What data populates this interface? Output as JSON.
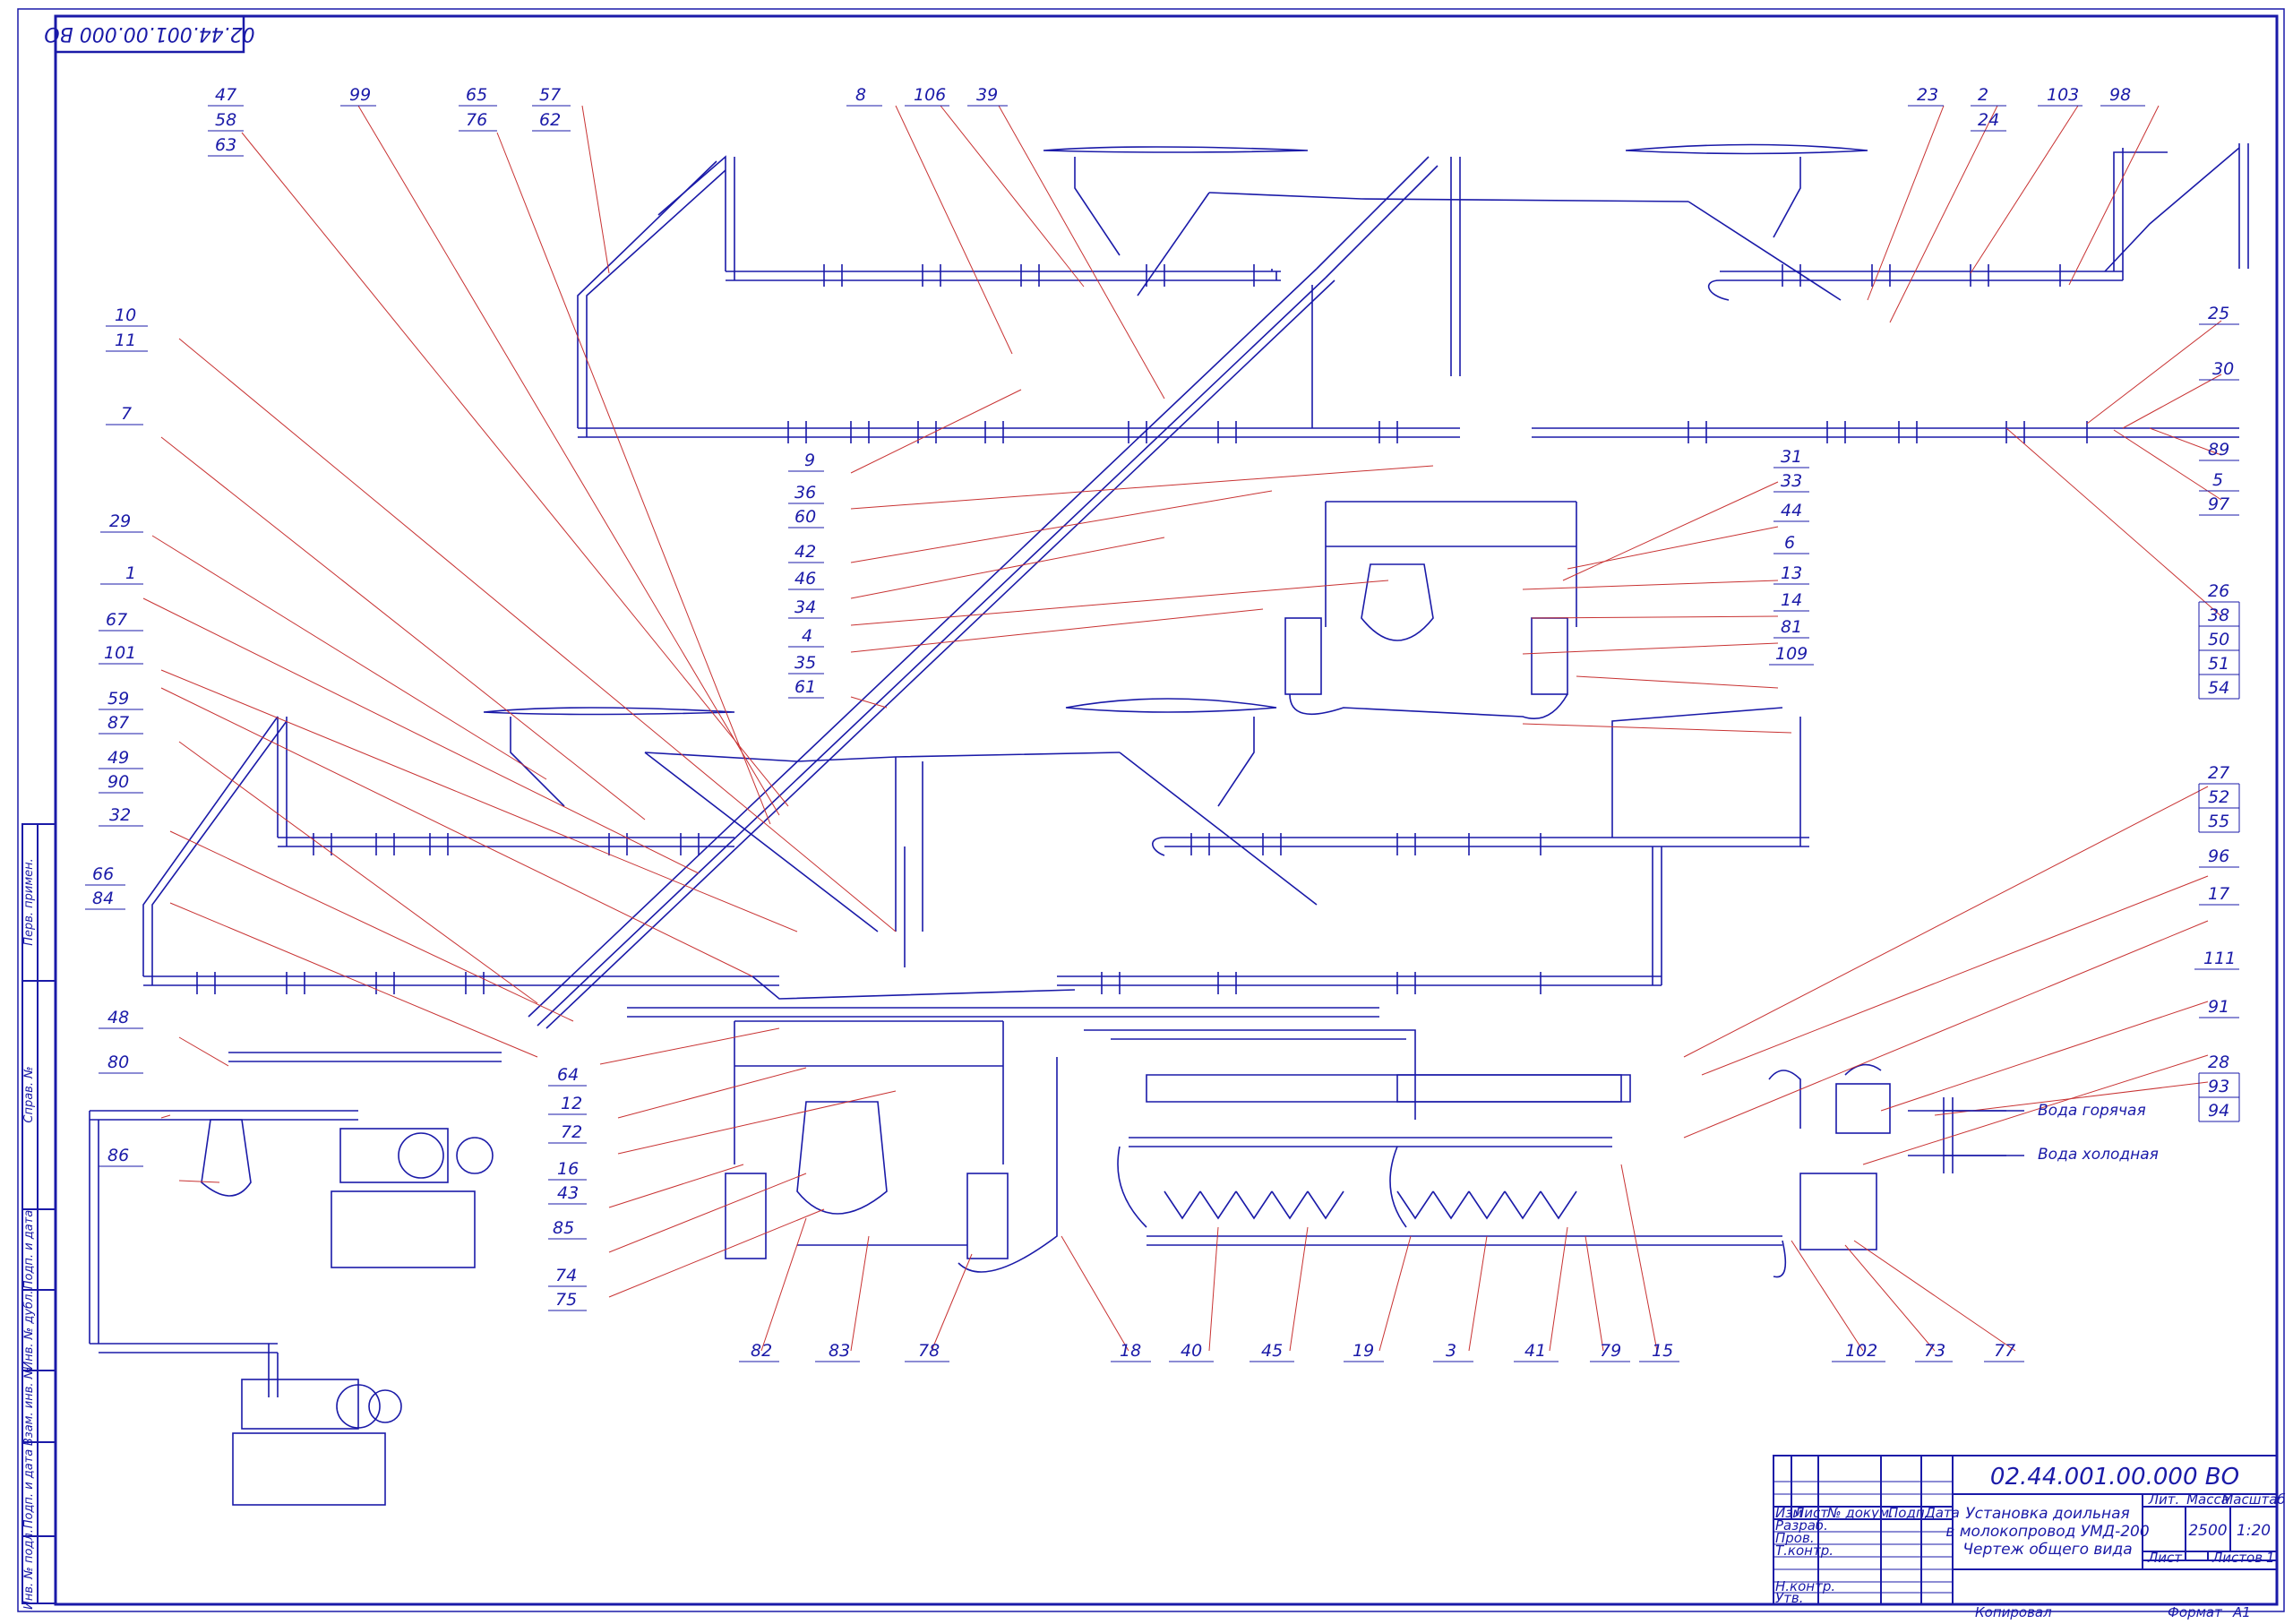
{
  "drawing": {
    "code": "02.44.001.00.000 ВО",
    "code_rotated": "02.44.001.00.000 ВО",
    "title_lines": [
      "Установка доильная",
      "в молокопровод УМД-200",
      "Чертеж общего вида"
    ],
    "mass": "2500",
    "scale": "1:20",
    "sheet_word": "Лист",
    "sheets_word": "Листов",
    "sheets_count": "1",
    "copied_by": "Копировал",
    "format_label": "Формат",
    "format_value": "А1"
  },
  "title_block": {
    "col_headers": [
      "Изм",
      "Лист",
      "№ докум.",
      "Подп.",
      "Дата"
    ],
    "roles": [
      "Разраб.",
      "Пров.",
      "Т.контр.",
      "",
      "Н.контр.",
      "Утв."
    ],
    "lit_header": "Лит.",
    "mass_header": "Масса",
    "scale_header": "Масштаб"
  },
  "side_stamps": [
    "Перв. примен.",
    "Справ. №",
    "Подп. и дата",
    "Инв. № дубл.",
    "Взам. инв. №",
    "Подп. и дата",
    "Инв. № подл."
  ],
  "annotations": {
    "hot_water": "Вода горячая",
    "cold_water": "Вода холодная"
  },
  "colors": {
    "line": "#1a1aa8",
    "leader": "#c83232",
    "frame": "#1a1aa8"
  },
  "callouts_top": [
    "47",
    "58",
    "63",
    "99",
    "65",
    "76",
    "57",
    "62",
    "8",
    "106",
    "39",
    "23",
    "2",
    "24",
    "103",
    "98"
  ],
  "callouts_left": [
    [
      "10",
      "11"
    ],
    [
      "7"
    ],
    [
      "29"
    ],
    [
      "1"
    ],
    [
      "67"
    ],
    [
      "101"
    ],
    [
      "59",
      "87"
    ],
    [
      "49",
      "90"
    ],
    [
      "32"
    ],
    [
      "66",
      "84"
    ],
    [
      "48"
    ],
    [
      "80"
    ],
    [
      "86"
    ]
  ],
  "callouts_center": [
    [
      "9"
    ],
    [
      "36",
      "60"
    ],
    [
      "42"
    ],
    [
      "46"
    ],
    [
      "34"
    ],
    [
      "4"
    ],
    [
      "35",
      "61"
    ],
    [
      "64"
    ],
    [
      "12"
    ],
    [
      "72"
    ],
    [
      "16",
      "43"
    ],
    [
      "85"
    ],
    [
      "74",
      "75"
    ]
  ],
  "callouts_mid_right": [
    [
      "31",
      "33"
    ],
    [
      "44"
    ],
    [
      "6"
    ],
    [
      "13"
    ],
    [
      "14"
    ],
    [
      "81"
    ],
    [
      "109"
    ]
  ],
  "callouts_right": [
    [
      "25"
    ],
    [
      "30"
    ],
    [
      "89"
    ],
    [
      "5",
      "97"
    ],
    [
      "26",
      "38",
      "50",
      "51",
      "54"
    ],
    [
      "27",
      "52",
      "55"
    ],
    [
      "96"
    ],
    [
      "17"
    ],
    [
      "111"
    ],
    [
      "91"
    ],
    [
      "28",
      "93",
      "94"
    ]
  ],
  "callouts_bottom": [
    "82",
    "83",
    "78",
    "18",
    "40",
    "45",
    "19",
    "3",
    "41",
    "79",
    "15",
    "102",
    "73",
    "77"
  ]
}
